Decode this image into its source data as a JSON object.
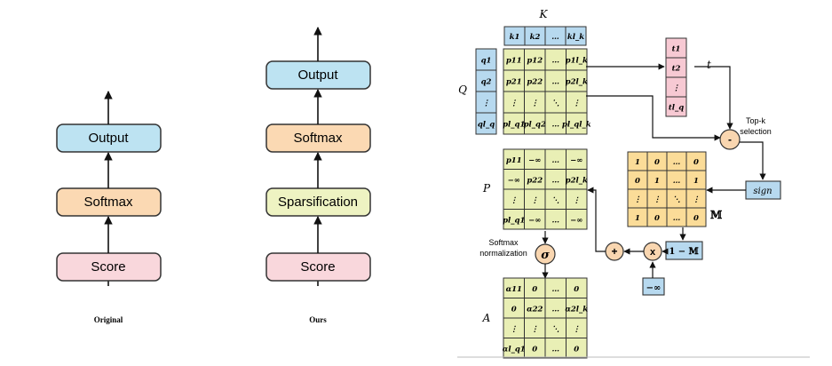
{
  "left": {
    "original": {
      "caption": "Original",
      "blocks": [
        "Output",
        "Softmax",
        "Score"
      ]
    },
    "ours": {
      "caption": "Ours",
      "blocks": [
        "Output",
        "Softmax",
        "Sparsification",
        "Score"
      ]
    }
  },
  "right": {
    "K": {
      "label": "K",
      "cells": [
        "k1",
        "k2",
        "…",
        "kl_k"
      ]
    },
    "Q": {
      "label": "Q",
      "cells": [
        "q1",
        "q2",
        "⋮",
        "ql_q"
      ]
    },
    "score": {
      "rows": [
        [
          "p11",
          "p12",
          "…",
          "p1l_k"
        ],
        [
          "p21",
          "p22",
          "…",
          "p2l_k"
        ],
        [
          "⋮",
          "⋮",
          "⋱",
          "⋮"
        ],
        [
          "pl_q1",
          "pl_q2",
          "…",
          "pl_ql_k"
        ]
      ]
    },
    "t": {
      "label": "t",
      "cells": [
        "t1",
        "t2",
        "⋮",
        "tl_q"
      ]
    },
    "topk": {
      "op": "-",
      "label_line1": "Top-k",
      "label_line2": "selection"
    },
    "sign": "sign",
    "mask": {
      "label": "𝕄",
      "rows": [
        [
          "1",
          "0",
          "…",
          "0"
        ],
        [
          "0",
          "1",
          "…",
          "1"
        ],
        [
          "⋮",
          "⋮",
          "⋱",
          "⋮"
        ],
        [
          "1",
          "0",
          "…",
          "0"
        ]
      ]
    },
    "one_minus_M": "1 − 𝕄",
    "mult": "x",
    "neg_inf": "−∞",
    "plus": "+",
    "P": {
      "label": "P",
      "rows": [
        [
          "p11",
          "−∞",
          "…",
          "−∞"
        ],
        [
          "−∞",
          "p22",
          "…",
          "p2l_k"
        ],
        [
          "⋮",
          "⋮",
          "⋱",
          "⋮"
        ],
        [
          "pl_q1",
          "−∞",
          "…",
          "−∞"
        ]
      ]
    },
    "sigma": "σ",
    "softmax_label_line1": "Softmax",
    "softmax_label_line2": "normalization",
    "A": {
      "label": "A",
      "rows": [
        [
          "α11",
          "0",
          "…",
          "0"
        ],
        [
          "0",
          "α22",
          "…",
          "α2l_k"
        ],
        [
          "⋮",
          "⋮",
          "⋱",
          "⋮"
        ],
        [
          "αl_q1",
          "0",
          "…",
          "0"
        ]
      ]
    }
  },
  "colors": {
    "output": "#bde3f2",
    "softmax": "#fbd9b3",
    "score": "#f9d7dc",
    "sparsification": "#eef3c2",
    "k_q_cells": "#b7d9ef",
    "score_cells": "#e9efb5",
    "t_cells": "#f7c9d3",
    "mask_cells": "#fbdc98",
    "op_circle": "#f9d6b0"
  }
}
